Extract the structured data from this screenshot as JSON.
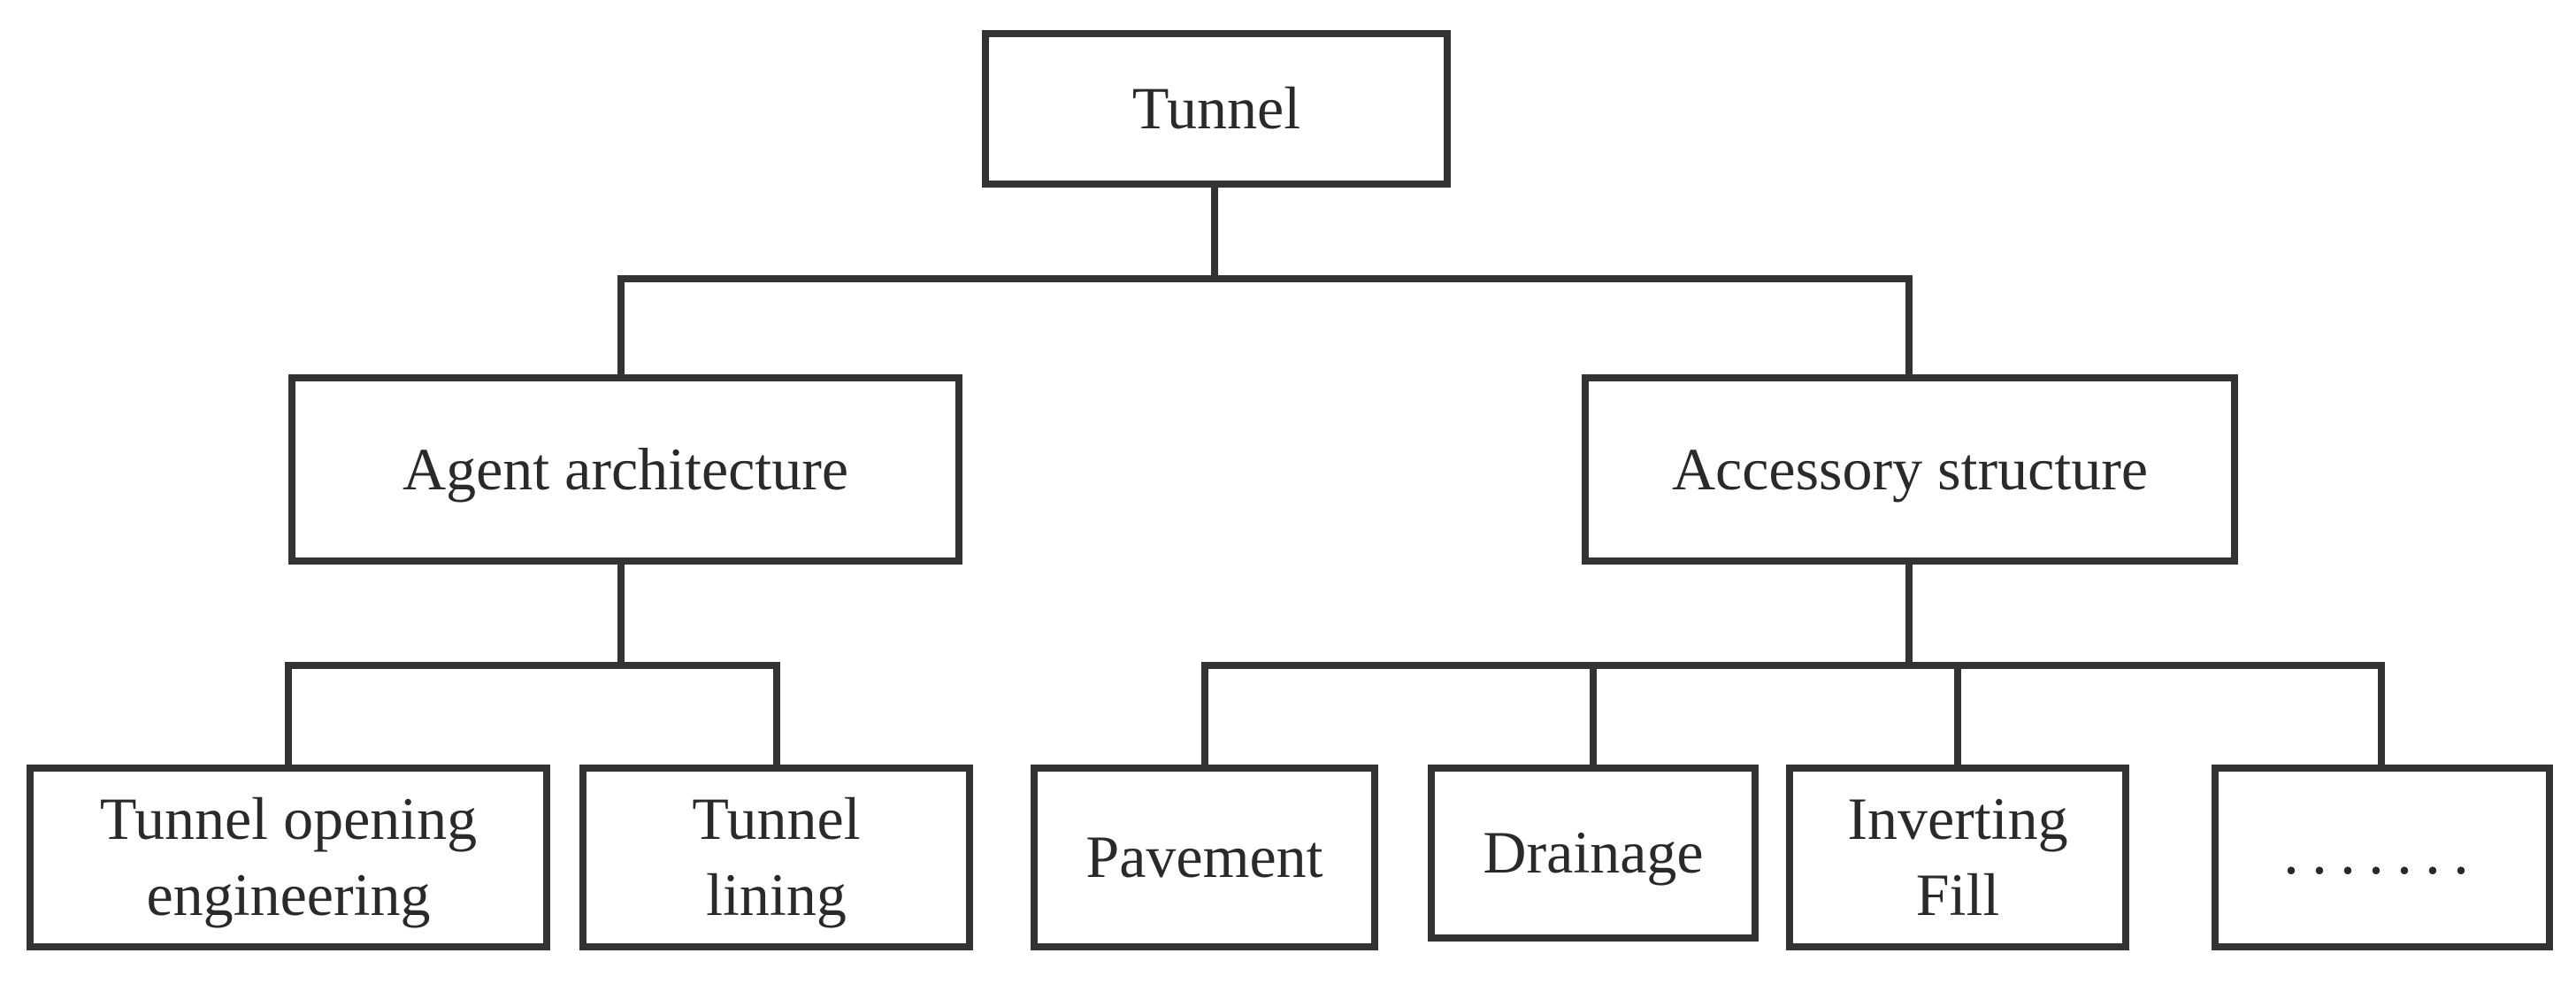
{
  "diagram": {
    "root": {
      "label": "Tunnel"
    },
    "agent_architecture": {
      "label": "Agent architecture",
      "children": [
        {
          "lines": [
            "Tunnel opening",
            "engineering"
          ]
        },
        {
          "lines": [
            "Tunnel",
            "lining"
          ]
        }
      ]
    },
    "accessory_structure": {
      "label": "Accessory structure",
      "children": [
        {
          "label": "Pavement"
        },
        {
          "label": "Drainage"
        },
        {
          "lines": [
            "Inverting",
            "Fill"
          ]
        },
        {
          "label": "......."
        }
      ]
    }
  },
  "colors": {
    "line": "#333333",
    "text": "#2a2a2a",
    "background": "#ffffff"
  }
}
